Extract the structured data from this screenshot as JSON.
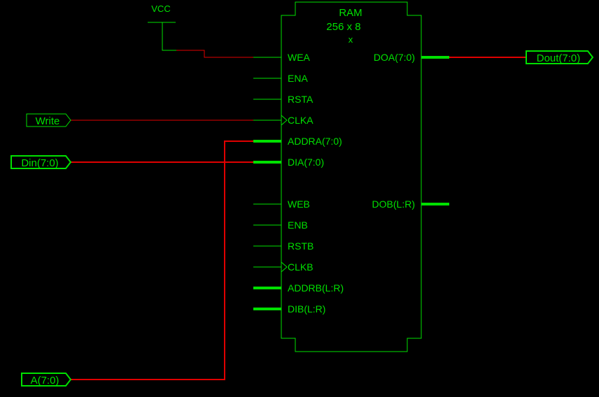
{
  "colors": {
    "background": "#000000",
    "symbol": "#00e000",
    "wire": "#e00000"
  },
  "ram": {
    "title": "RAM",
    "size": "256 x 8",
    "sub": "x"
  },
  "vcc": {
    "label": "VCC"
  },
  "ports_left": [
    {
      "label": "WEA",
      "bus": false,
      "clock": false
    },
    {
      "label": "ENA",
      "bus": false,
      "clock": false
    },
    {
      "label": "RSTA",
      "bus": false,
      "clock": false
    },
    {
      "label": "CLKA",
      "bus": false,
      "clock": true
    },
    {
      "label": "ADDRA(7:0)",
      "bus": true,
      "clock": false
    },
    {
      "label": "DIA(7:0)",
      "bus": true,
      "clock": false
    },
    {
      "label": "WEB",
      "bus": false,
      "clock": false
    },
    {
      "label": "ENB",
      "bus": false,
      "clock": false
    },
    {
      "label": "RSTB",
      "bus": false,
      "clock": false
    },
    {
      "label": "CLKB",
      "bus": false,
      "clock": true
    },
    {
      "label": "ADDRB(L:R)",
      "bus": true,
      "clock": false
    },
    {
      "label": "DIB(L:R)",
      "bus": true,
      "clock": false
    }
  ],
  "ports_right": [
    {
      "label": "DOA(7:0)",
      "bus": true
    },
    {
      "label": "DOB(L:R)",
      "bus": true
    }
  ],
  "io_markers": {
    "write": "Write",
    "din": "Din(7:0)",
    "addr": "A(7:0)",
    "dout": "Dout(7:0)"
  }
}
